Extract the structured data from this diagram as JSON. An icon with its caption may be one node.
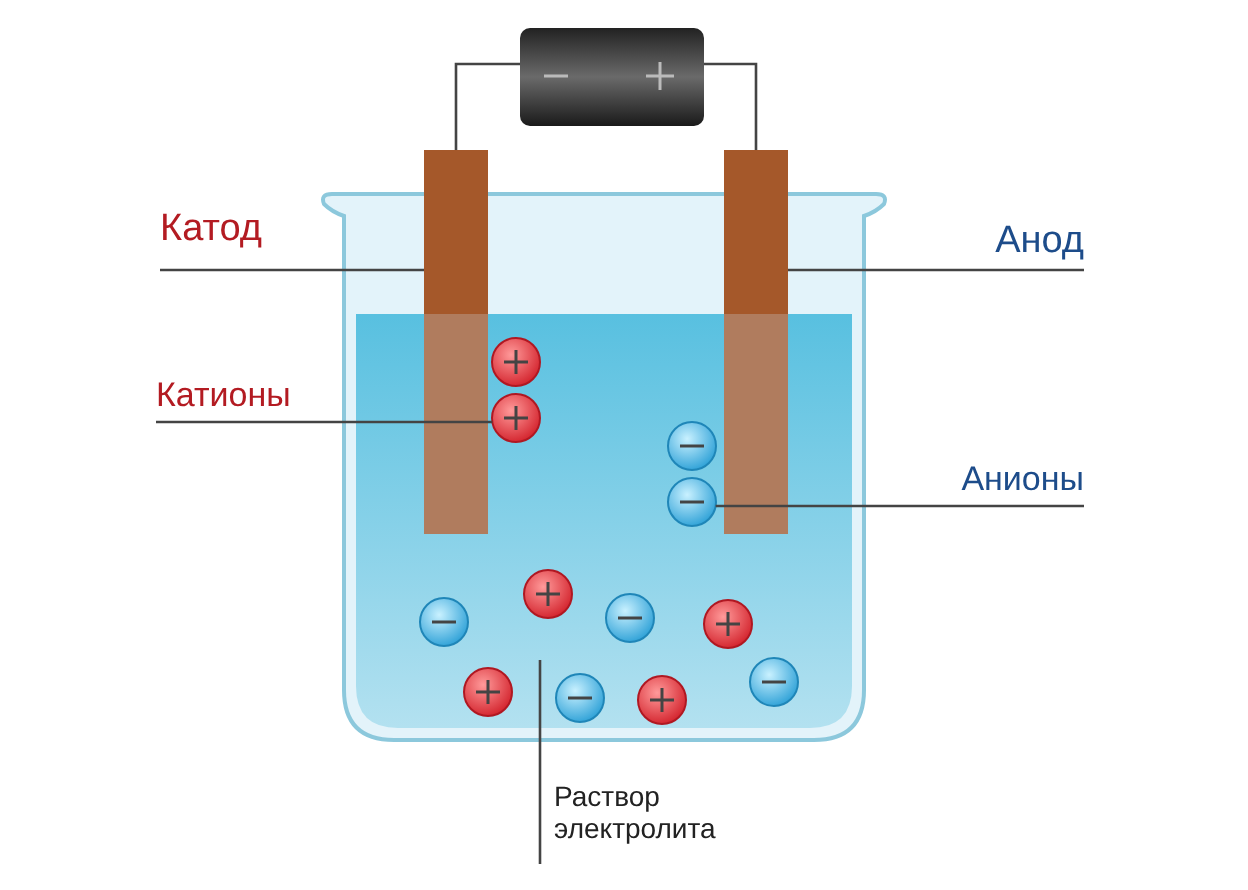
{
  "diagram": {
    "nodes": [
      {
        "text": [
          "Катод"
        ]
      },
      {
        "text": [
          "Анод"
        ]
      },
      {
        "text": [
          "Катионы"
        ]
      },
      {
        "text": [
          "Анионы"
        ]
      },
      {
        "text": [
          "Раствор электролита"
        ]
      },
      {
        "text": [],
        "shape": "box"
      },
      {
        "text": [],
        "shape": "bar"
      },
      {
        "text": [],
        "shape": "bar"
      },
      {
        "text": [],
        "shape": "circle"
      },
      {
        "text": [],
        "shape": "circle"
      },
      {
        "text": [],
        "shape": "circle"
      },
      {
        "text": [],
        "shape": "circle"
      },
      {
        "text": [],
        "shape": "circle"
      },
      {
        "text": [],
        "shape": "circle"
      },
      {
        "text": [],
        "shape": "circle"
      },
      {
        "text": [],
        "shape": "circle"
      },
      {
        "text": [],
        "shape": "circle"
      },
      {
        "text": [],
        "shape": "circle"
      },
      {
        "text": [],
        "shape": "circle"
      },
      {
        "text": [],
        "shape": "circle"
      }
    ],
    "edges": [
      {
        "from": 0,
        "to": 6,
        "arrow": "none"
      },
      {
        "from": 1,
        "to": 7,
        "arrow": "none"
      },
      {
        "from": 2,
        "to": 9,
        "arrow": "none"
      },
      {
        "from": 3,
        "to": 11,
        "arrow": "none"
      },
      {
        "from": 4,
        "to": null,
        "arrow": "none"
      },
      {
        "from": 5,
        "to": 6,
        "arrow": "none"
      },
      {
        "from": 5,
        "to": 7,
        "arrow": "none"
      }
    ]
  }
}
